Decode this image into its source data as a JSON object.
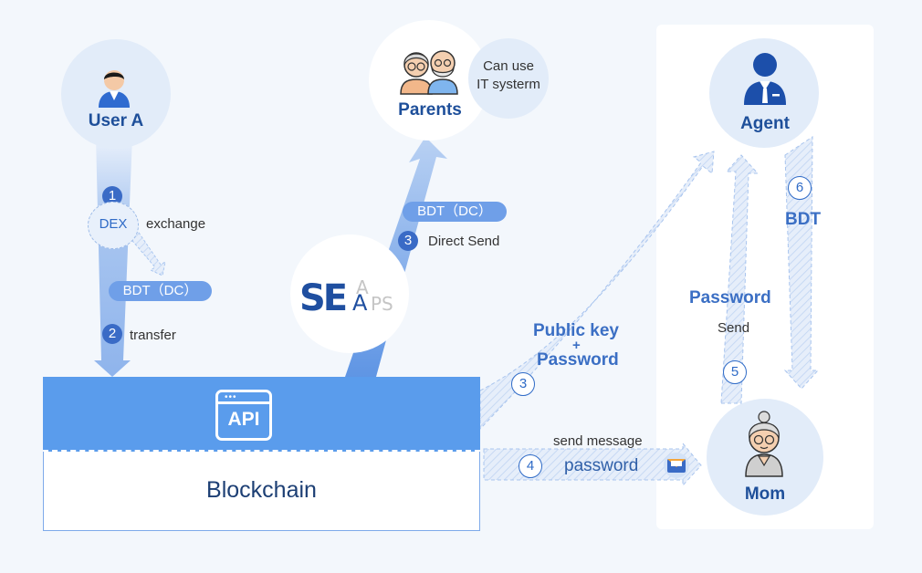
{
  "nodes": {
    "user_a": "User A",
    "parents": "Parents",
    "parents_note": [
      "Can use",
      "IT systerm"
    ],
    "agent": "Agent",
    "mom": "Mom",
    "dex": "DEX"
  },
  "labels": {
    "exchange": "exchange",
    "transfer": "transfer",
    "direct_send": "Direct Send",
    "public_key": "Public key",
    "plus": "+",
    "password_bold": "Password",
    "send_message": "send message",
    "password_msg": "password",
    "password_agent": "Password",
    "send": "Send",
    "bdt": "BDT"
  },
  "pills": {
    "left": "BDT（DC）",
    "center": "BDT（DC）"
  },
  "steps": {
    "s1": "1",
    "s2": "2",
    "s3a": "3",
    "s3b": "3",
    "s4": "4",
    "s5": "5",
    "s6": "6"
  },
  "api": {
    "icon_text": "API",
    "dots": "•••",
    "blockchain": "Blockchain"
  },
  "logo": {
    "mark": "SEAAPS"
  },
  "colors": {
    "bg": "#f3f7fc",
    "node_fill": "#e2ecf9",
    "title_blue": "#1e4f9a",
    "label_blue": "#3b6fc4",
    "api_blue": "#5a9cec",
    "step_blue": "#3a6bc6",
    "pill_blue": "#6f9fe8"
  },
  "icons": [
    "user-icon",
    "grandparents-icon",
    "agent-icon",
    "grandmother-icon",
    "envelope-icon",
    "api-window-icon",
    "seaaps-logo"
  ]
}
